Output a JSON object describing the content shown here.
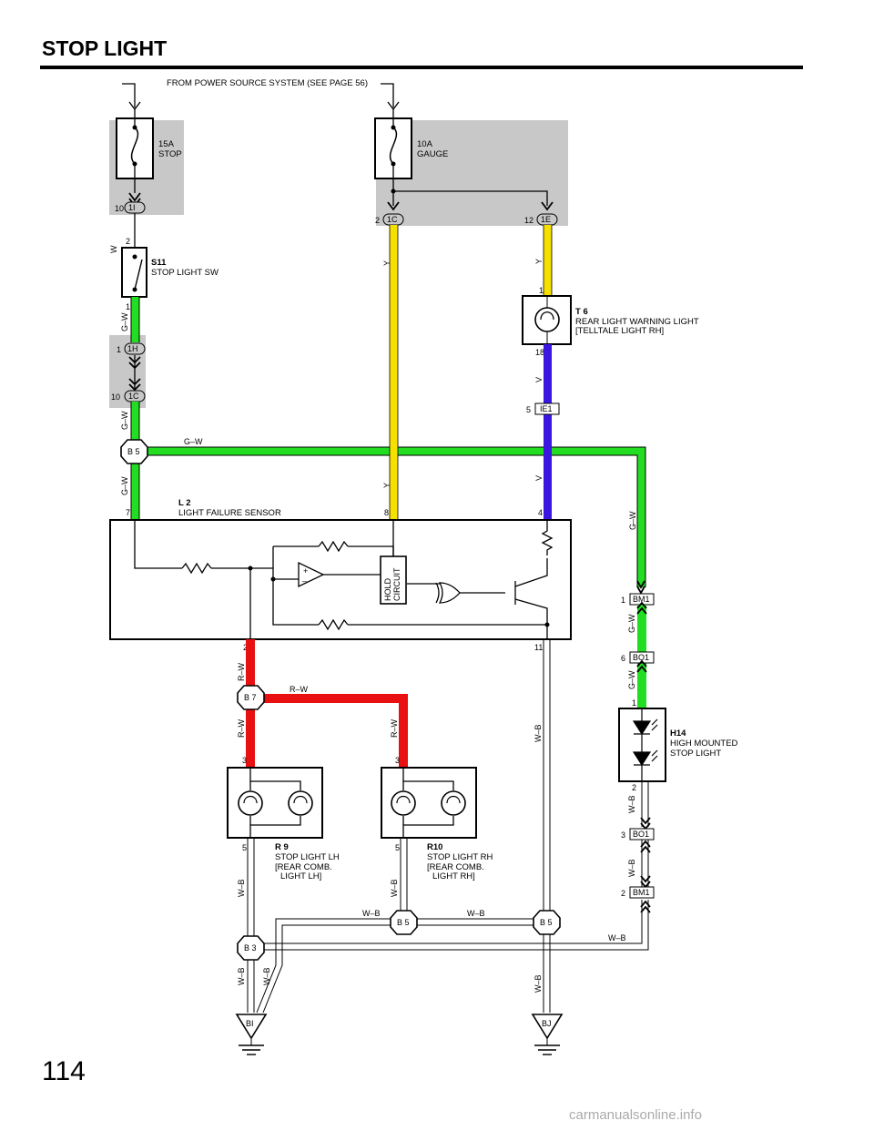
{
  "page": {
    "title": "STOP LIGHT",
    "number": "114",
    "watermark": "carmanualsonline.info"
  },
  "power_source_label": "FROM POWER SOURCE SYSTEM (SEE PAGE 56)",
  "fuses": [
    {
      "rating": "15A",
      "name": "STOP"
    },
    {
      "rating": "10A",
      "name": "GAUGE"
    }
  ],
  "connectors": {
    "c_1I": {
      "pin": "10",
      "id": "1I"
    },
    "c_1C_top": {
      "pin": "2",
      "id": "1C"
    },
    "c_1E": {
      "pin": "12",
      "id": "1E"
    },
    "c_1H": {
      "pin": "1",
      "id": "1H"
    },
    "c_1C_mid": {
      "pin": "10",
      "id": "1C"
    },
    "c_IE1": {
      "pin": "5",
      "id": "IE1"
    },
    "c_BM1_a": {
      "pin": "1",
      "id": "BM1"
    },
    "c_BO1_a": {
      "pin": "6",
      "id": "BO1"
    },
    "c_BO1_b": {
      "pin": "3",
      "id": "BO1"
    },
    "c_BM1_b": {
      "pin": "2",
      "id": "BM1"
    }
  },
  "splices": {
    "B5_top": "B 5",
    "B7": "B 7",
    "B3": "B 3",
    "B5_mid": "B 5",
    "B5_right": "B 5"
  },
  "grounds": {
    "left": "BI",
    "right": "BJ"
  },
  "components": {
    "S11": {
      "code": "S11",
      "name": "STOP LIGHT SW",
      "pin_top": "2",
      "pin_bottom": "1"
    },
    "T6": {
      "code": "T 6",
      "line1": "REAR LIGHT WARNING LIGHT",
      "line2": "[TELLTALE LIGHT RH]",
      "pin_top": "1",
      "pin_bottom": "18"
    },
    "L2": {
      "code": "L 2",
      "name": "LIGHT FAILURE SENSOR",
      "hold_label_1": "HOLD",
      "hold_label_2": "CIRCUIT",
      "pin_7": "7",
      "pin_8": "8",
      "pin_4": "4",
      "pin_2": "2",
      "pin_11": "11"
    },
    "H14": {
      "code": "H14",
      "line1": "HIGH MOUNTED",
      "line2": "STOP LIGHT",
      "pin_top": "1",
      "pin_bottom": "2"
    },
    "R9": {
      "code": "R 9",
      "line1": "STOP LIGHT LH",
      "line2": "[REAR COMB.",
      "line3": "LIGHT LH]",
      "pin_top": "3",
      "pin_bottom": "5"
    },
    "R10": {
      "code": "R10",
      "line1": "STOP LIGHT RH",
      "line2": "[REAR COMB.",
      "line3": "LIGHT RH]",
      "pin_top": "3",
      "pin_bottom": "5"
    }
  },
  "wire_colors": {
    "W": "W",
    "GW": "G–W",
    "Y": "Y",
    "V": "V",
    "RW": "R–W",
    "WB": "W–B"
  },
  "colors": {
    "green": "#22dd22",
    "yellow": "#f5e000",
    "violet": "#3a16e0",
    "red": "#e81010",
    "shade": "#c8c8c8"
  }
}
